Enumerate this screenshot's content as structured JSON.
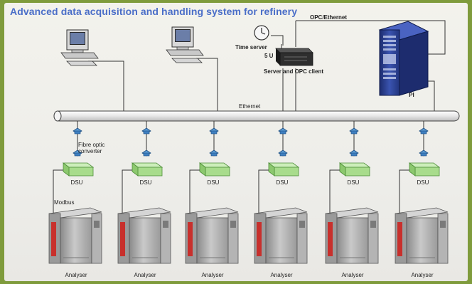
{
  "diagram": {
    "title": "Advanced data acquisition and handling system for refinery",
    "network": {
      "ethernet_label": "Ethernet",
      "opc_ethernet_label": "OPC/Ethernet",
      "modbus_label": "Modbus",
      "converter_label": "Fibre optic converter"
    },
    "nodes": {
      "time_server": "Time server",
      "server_unit_height": "5 U",
      "server": "Server and OPC client",
      "pi": "PI"
    },
    "stations": [
      {
        "dsu": "DSU",
        "analyser": "Analyser"
      },
      {
        "dsu": "DSU",
        "analyser": "Analyser"
      },
      {
        "dsu": "DSU",
        "analyser": "Analyser"
      },
      {
        "dsu": "DSU",
        "analyser": "Analyser"
      },
      {
        "dsu": "DSU",
        "analyser": "Analyser"
      },
      {
        "dsu": "DSU",
        "analyser": "Analyser"
      }
    ],
    "colors": {
      "title": "#4a6ec8",
      "frame": "#7f9b3c",
      "dsu": "#a8dc8c",
      "converter": "#5b9bd5",
      "analyser_stripe": "#c8302c",
      "pi_server": "#2a3f8f"
    }
  }
}
